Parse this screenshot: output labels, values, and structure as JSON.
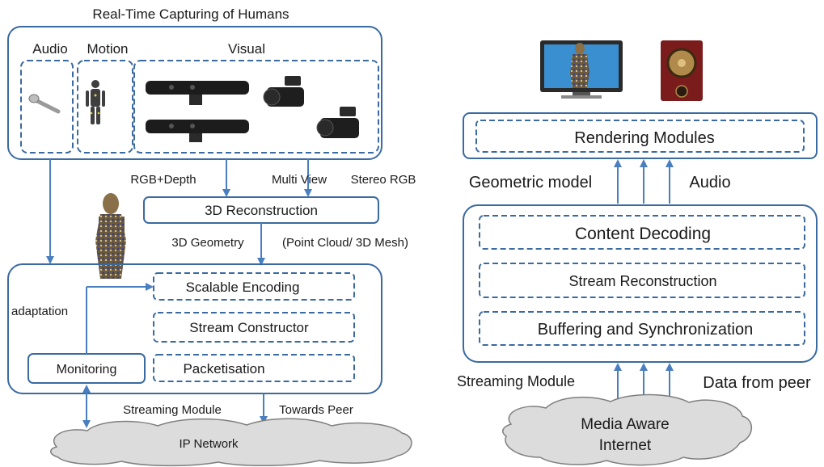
{
  "colors": {
    "box_stroke": "#3a6aa0",
    "arrow": "#4a7fbf",
    "cloud_fill": "#dcdcdc",
    "cloud_stroke": "#7f7f7f"
  },
  "left": {
    "title": "Real-Time Capturing of Humans",
    "audio_label": "Audio",
    "motion_label": "Motion",
    "visual_label": "Visual",
    "rgb_depth": "RGB+Depth",
    "multi_view": "Multi View",
    "stereo_rgb": "Stereo RGB",
    "reconstruction": "3D Reconstruction",
    "geometry": "3D Geometry",
    "point_cloud": "(Point Cloud/ 3D Mesh)",
    "adaptation": "adaptation",
    "scalable_encoding": "Scalable Encoding",
    "stream_constructor": "Stream Constructor",
    "packetisation": "Packetisation",
    "monitoring": "Monitoring",
    "streaming_module": "Streaming Module",
    "towards_peer": "Towards Peer",
    "ip_network": "IP Network"
  },
  "right": {
    "rendering_modules": "Rendering Modules",
    "geometric_model": "Geometric model",
    "audio": "Audio",
    "content_decoding": "Content Decoding",
    "stream_reconstruction": "Stream Reconstruction",
    "buffering": "Buffering and Synchronization",
    "streaming_module": "Streaming Module",
    "data_from_peer": "Data from peer",
    "cloud_line1": "Media Aware",
    "cloud_line2": "Internet"
  },
  "icons": [
    "microphone-icon",
    "motion-suit-icon",
    "kinect-sensor-icon",
    "video-camera-icon",
    "3d-human-model-icon",
    "tv-display-icon",
    "speaker-icon"
  ]
}
